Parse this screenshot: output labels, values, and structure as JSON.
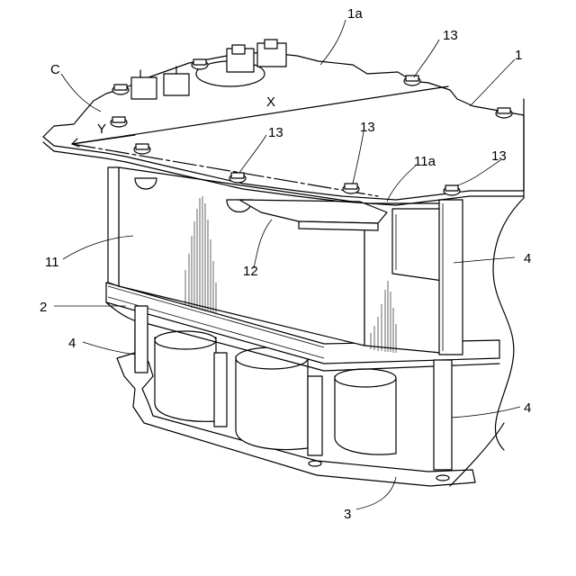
{
  "labels": {
    "plate_top": "1",
    "plate_top_face": "1a",
    "frame_middle": "2",
    "plate_bottom": "3",
    "pillar_left": "4",
    "pillar_right_upper": "4",
    "pillar_right_lower": "4",
    "module": "11",
    "module_face": "11a",
    "bracket": "12",
    "screw_top_right": "13",
    "screw_mid_left": "13",
    "screw_mid_center": "13",
    "screw_mid_right": "13",
    "axis_x": "X",
    "axis_y": "Y",
    "corner_c": "C"
  }
}
